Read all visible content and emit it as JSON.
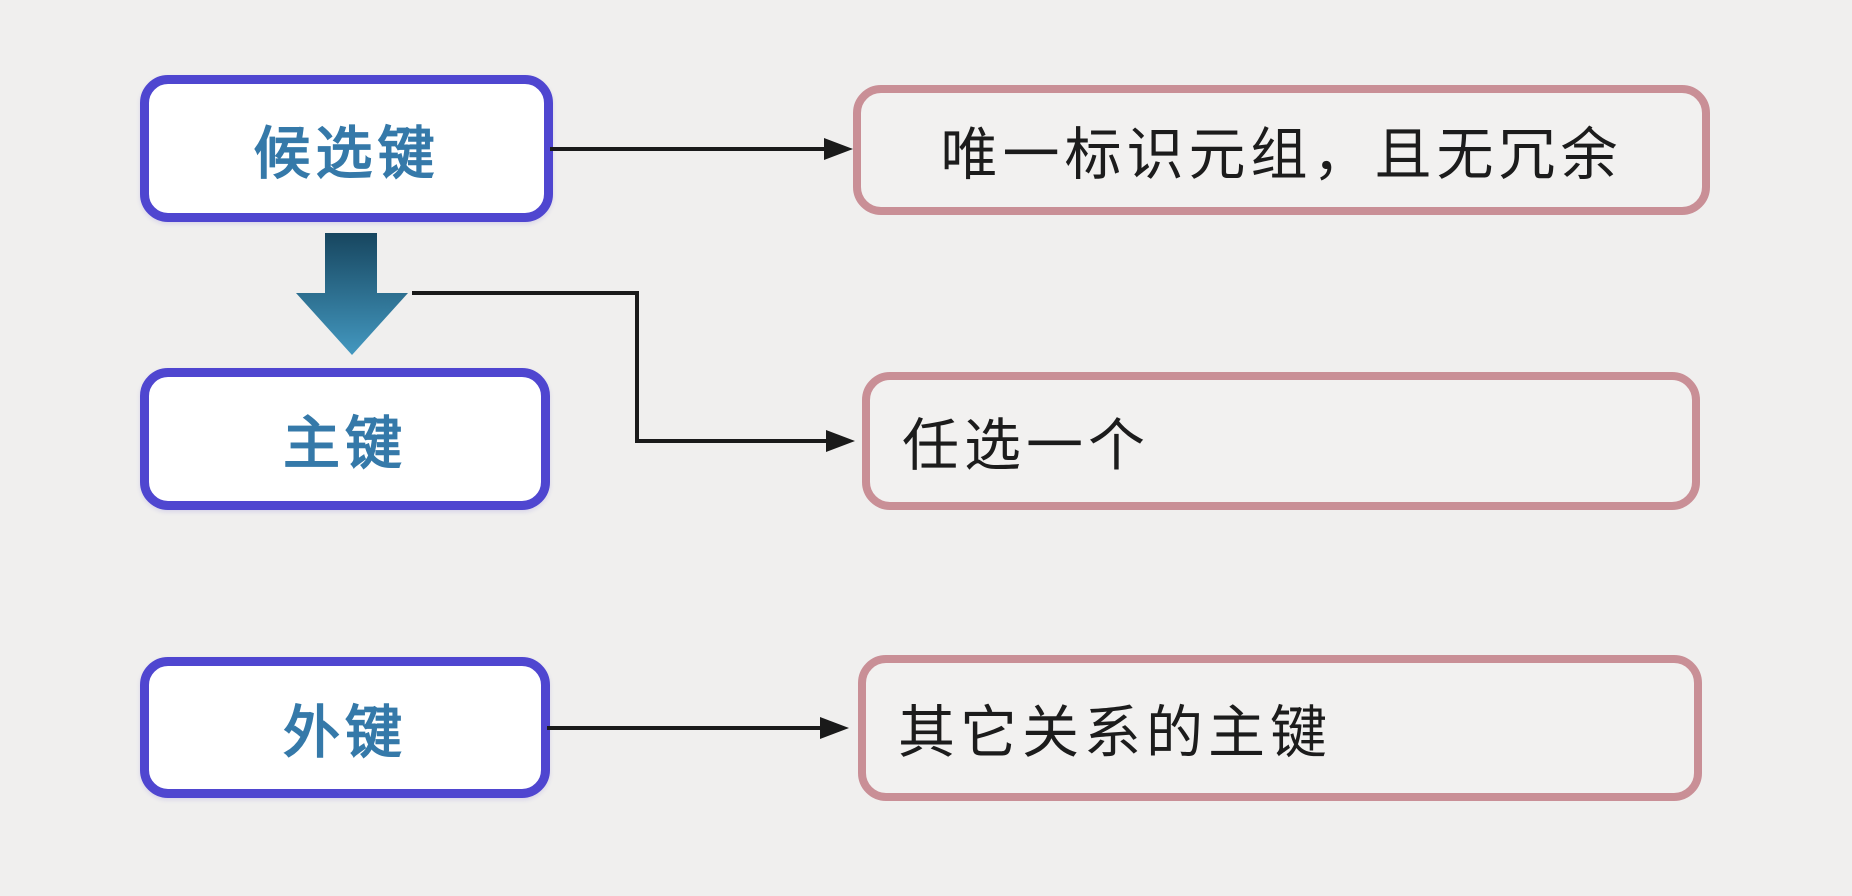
{
  "diagram": {
    "nodes": [
      {
        "id": "candidate-key",
        "label": "候选键"
      },
      {
        "id": "primary-key",
        "label": "主键"
      },
      {
        "id": "foreign-key",
        "label": "外键"
      }
    ],
    "descriptions": [
      {
        "id": "candidate-key-desc",
        "label": "唯一标识元组，且无冗余"
      },
      {
        "id": "primary-key-desc",
        "label": "任选一个"
      },
      {
        "id": "foreign-key-desc",
        "label": "其它关系的主键"
      }
    ],
    "icons": [
      {
        "name": "down-arrow-icon",
        "meaning": "candidate key leads to primary key"
      },
      {
        "name": "right-arrow-icon",
        "meaning": "points from key box to its description"
      }
    ],
    "colors": {
      "background": "#f0efee",
      "node_border": "#4f46d0",
      "node_fill": "#ffffff",
      "node_text": "#3579a9",
      "desc_border": "#c98f96",
      "desc_fill": "#f2f1f0",
      "desc_text": "#1c1c1c",
      "connector": "#1a1a1a",
      "down_arrow_gradient_top": "#17465f",
      "down_arrow_gradient_bottom": "#4398c0"
    }
  }
}
